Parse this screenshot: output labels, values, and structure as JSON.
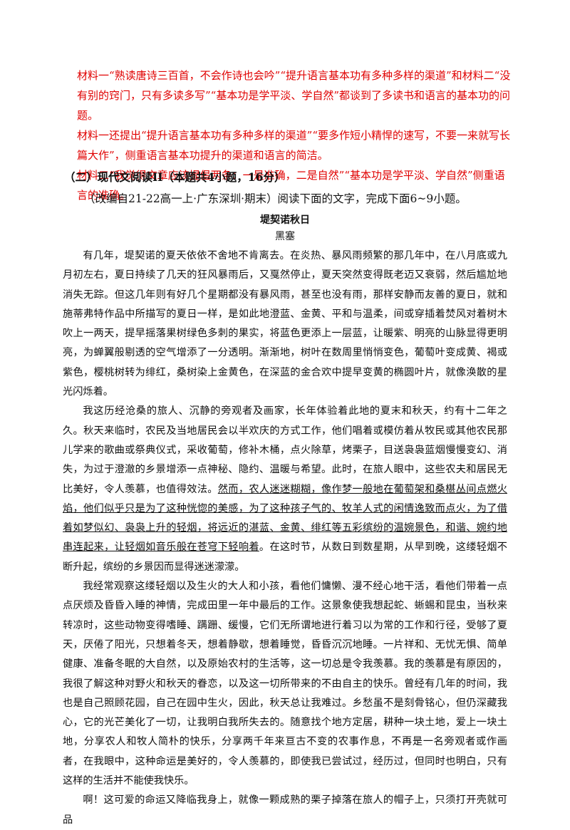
{
  "answers": [
    "材料一“熟读唐诗三百首，不会作诗也会吟”“提升语言基本功有多种多样的渠道”和材料二“没有别的窍门，只有多读多写”“基本功是学平淡、学自然”都谈到了多读书和语言的基本功的问题。",
    "材料一还提出“提升语言基本功有多种多样的渠道”“要多作短小精悍的速写，不要一来就写长篇大作”，侧重语言基本功提升的渠道和语言的简洁。",
    "材料二“我觉得文章应该提倡两条：一是准确，二是自然”“基本功是学平淡、学自然”侧重语言的准确。"
  ],
  "section_heading": "（二）现代文阅读II（本题共4小题，16分）",
  "source_note": "（改编自21-22高一上·广东深圳·期末）阅读下面的文字，完成下面6~9小题。",
  "article": {
    "title": "堤契诺秋日",
    "author": "黑塞",
    "p1": "有几年，堤契诺的夏天依依不舍地不肯离去。在炎热、暴风雨频繁的那几年中，在八月底或九月初左右，夏日持续了几天的狂风暴雨后，又戛然停止，夏天突然变得既老迈又衰弱，然后尴尬地消失无踪。但这几年则有好几个星期都没有暴风雨，甚至也没有雨，那样安静而友善的夏日，就和施蒂弗特作品中所描写的夏日一样，是如此地澄蓝、金黄、平和与温柔，间或穿插着焚风对着树木吹上一两天，提早摇落果树绿色多刺的果实，将蓝色更添上一层蓝，让暖紫、明亮的山脉显得更明亮，为蝉翼般剔透的空气增添了一分透明。渐渐地，树叶在数周里悄悄变色，葡萄叶变成黄、褐或紫色，樱桃树转为绯红，桑树染上金黄色，在深蓝的金合欢中提早变黄的椭圆叶片，就像涣散的星光闪烁着。",
    "p2_start": "我这历经沧桑的旅人、沉静的旁观者及画家，长年体验着此地的夏末和秋天，约有十二年之久。秋天来临时，农民及当地居民会以半欢庆的方式工作，他们唱着或模仿着从牧民或其他农民那儿学来的歌曲或祭典仪式，采收葡萄，修补木桶，点火除草，烤栗子，目送袅袅蓝烟慢慢变幻、消失，为过于澄澈的乡景增添一点神秘、隐约、温暖与希望。此时，在旅人眼中，这些农夫和居民无比美好，令人羡慕，也值得效法。",
    "p2_underlined": "然而，农人迷迷糊糊，像作梦一般地在葡萄架和桑椹丛间点燃火焰，他们似乎只是为了这种恍惚的美感，为了这种孩子气的、牧羊人式的闲情逸致而点火，为了借着如梦似幻、袅袅上升的轻烟，将远近的湛蓝、金黄、绯红等五彩缤纷的温婉景色，和谐、婉约地串连起来，让轻烟如音乐般在苍穹下轻响着",
    "p2_end": "。在这时节，从数日到数星期，从早到晚，这缕轻烟不断升起，缤纷的乡景因而显得迷迷濛濛。",
    "p3": "我经常观察这缕轻烟以及生火的大人和小孩，看他们慵懒、漫不经心地干活，看他们带着一点点厌烦及昏昏入睡的神情，完成田里一年中最后的工作。这景象使我想起蛇、蜥蜴和昆虫，当秋来转凉时，这些动物变得嗜睡、蹒跚、缓慢，它们无所谓地进行着习以为常的工作和行径，受够了夏天，厌倦了阳光，只想着冬天，想着静歇，想着睡觉，昏昏沉沉地睡。一片祥和、无忧无惧、简单健康、准备冬眠的大自然，以及原始农村的生活等，这一切总是令我羡慕。我的羡慕是有原因的，我很了解这种对野火和秋天的眷恋，以及这一切所带来的不由自主的快乐。曾经有几年的时间，我也是自己照顾花园，自己在园中生火，因此，秋天总让我难过。乡愁虽不是刻骨铭心，但仍深藏我心，它的光芒美化了一切，让我明白我所失去的。随意找个地方定居，耕种一块土地，爱上一块土地，分享农人和牧人简朴的快乐，分享两千年来亘古不变的农事作息，不再是一名旁观者或作画者，在我眼中，这种命运是美好的，令人羡慕的，即使我已尝试过，经历过，但同时也明白，只有这样的生活并不能使我快乐。",
    "p4": "啊！这可爱的命运又降临我身上，就像一颗成熟的栗子掉落在旅人的帽子上，只须打开壳就可品"
  }
}
